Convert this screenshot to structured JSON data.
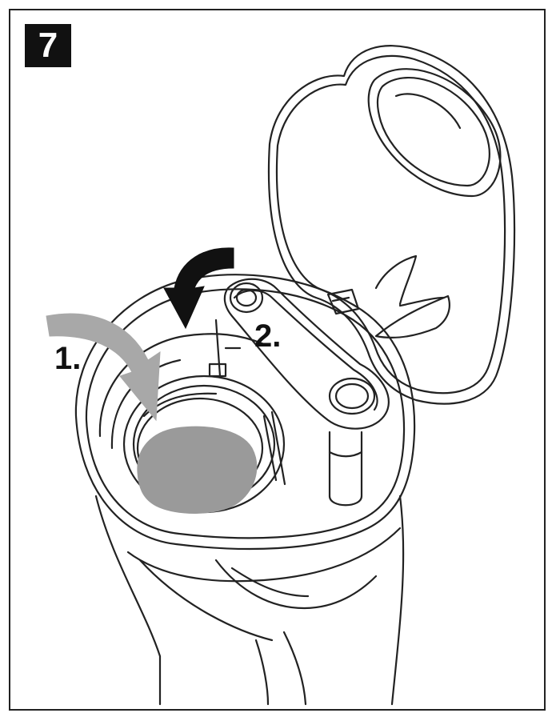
{
  "figure": {
    "step_number": "7",
    "labels": {
      "step1": "1.",
      "step2": "2."
    }
  },
  "colors": {
    "line": "#222222",
    "fill_grey": "#9a9a9a",
    "arrow_grey": "#a8a8a8",
    "arrow_black": "#111111",
    "background": "#ffffff"
  }
}
